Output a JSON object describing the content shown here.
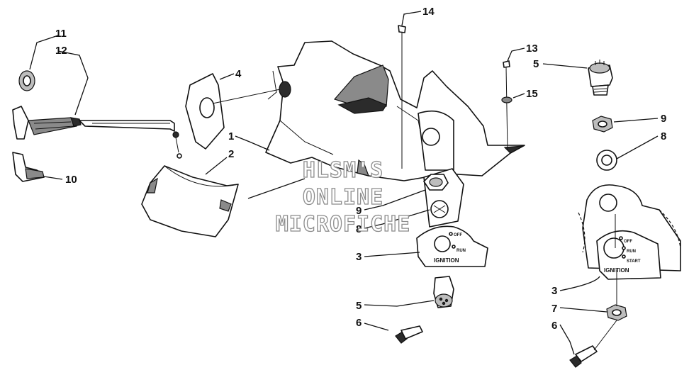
{
  "callouts": {
    "c11": "11",
    "c12": "12",
    "c10": "10",
    "c4": "4",
    "c1": "1",
    "c2": "2",
    "c14": "14",
    "c13": "13",
    "c15": "15",
    "c9a": "9",
    "c8a": "8",
    "c3a": "3",
    "c5a": "5",
    "c6a": "6",
    "c5b": "5",
    "c9b": "9",
    "c8b": "8",
    "c3b": "3",
    "c7": "7",
    "c6b": "6"
  },
  "plate_left": {
    "off": "OFF",
    "run": "RUN",
    "label": "IGNITION"
  },
  "plate_right": {
    "off": "OFF",
    "run": "RUN",
    "start": "START",
    "label": "IGNITION"
  },
  "watermark": {
    "line1": "HLSM'S",
    "line2": "ONLINE",
    "line3": "MICROFICHE"
  }
}
